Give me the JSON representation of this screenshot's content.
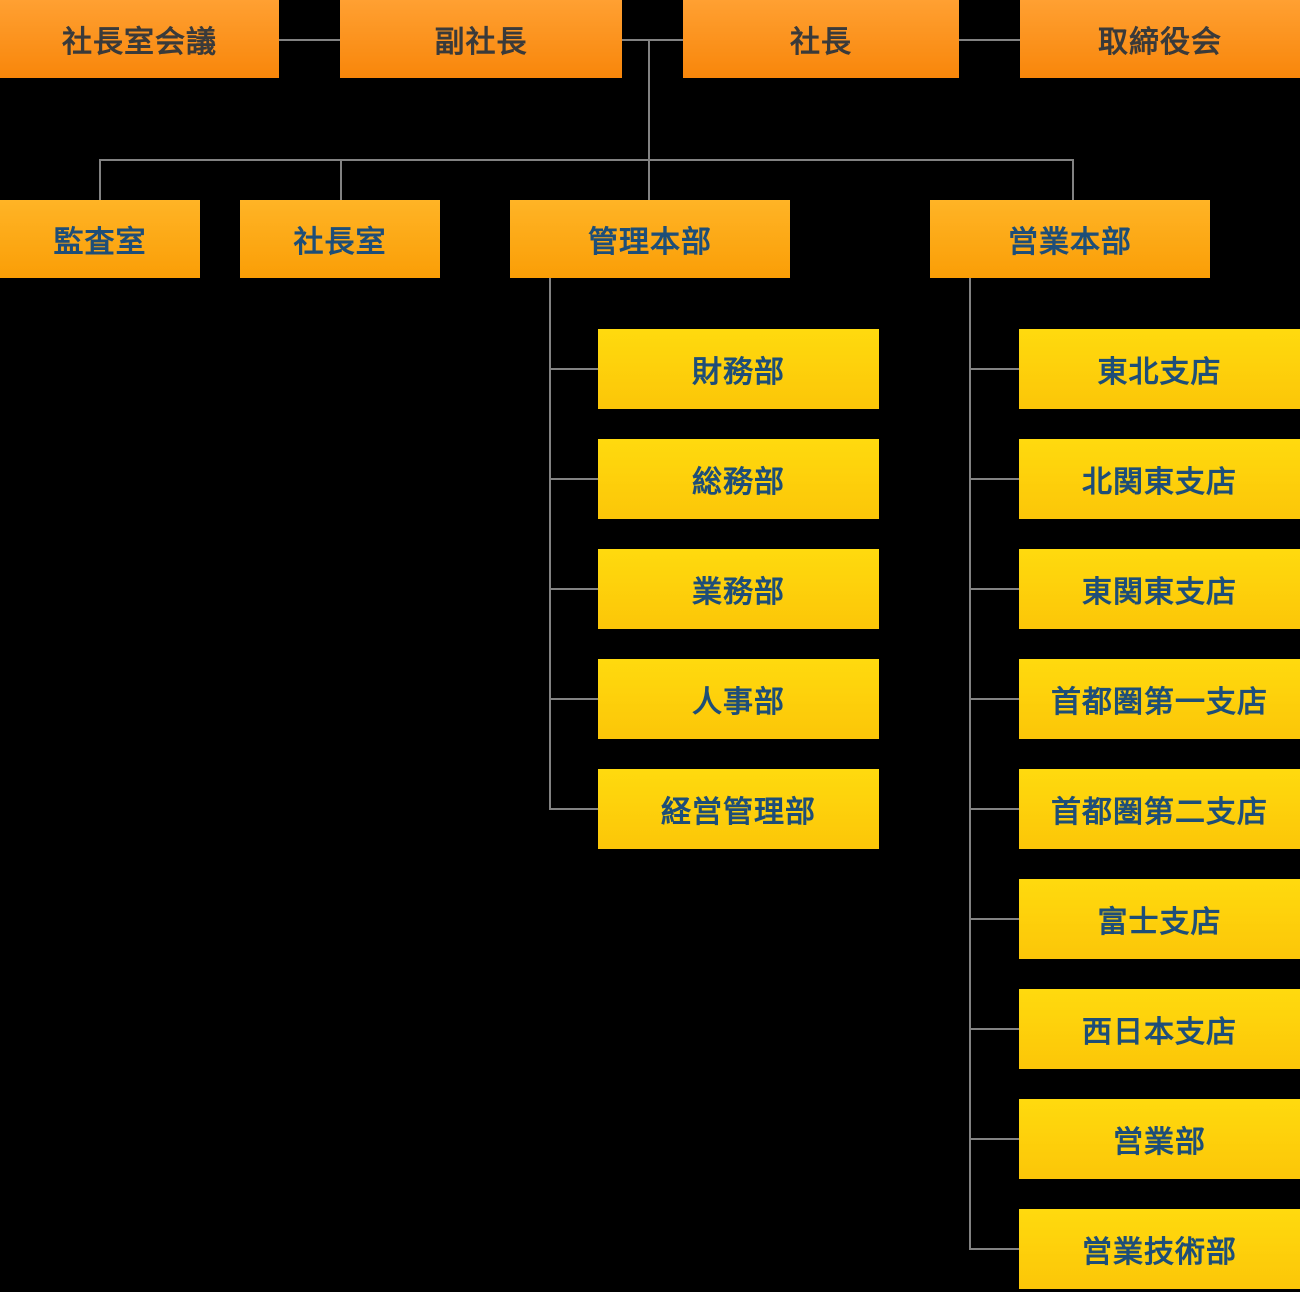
{
  "diagram": {
    "kind": "organization-chart",
    "background": "#000000",
    "colors": {
      "bg": "#000000",
      "box_orange_top": "#ffa032",
      "box_orange_bottom": "#f8860a",
      "box_amber_top": "#ffb426",
      "box_amber_bottom": "#fa9e06",
      "box_yellow_top": "#ffda0e",
      "box_yellow_bottom": "#fcc608",
      "connector": "#828282",
      "text_dark": "#3a3a3a",
      "text_navy": "#1e4e78"
    }
  },
  "nodes": {
    "top_row": [
      {
        "label": "社長室会議"
      },
      {
        "label": "副社長"
      },
      {
        "label": "社長"
      },
      {
        "label": "取締役会"
      }
    ],
    "second_row": [
      {
        "label": "監査室",
        "parent": "社長"
      },
      {
        "label": "社長室",
        "parent": "社長"
      },
      {
        "label": "管理本部",
        "parent": "社長"
      },
      {
        "label": "営業本部",
        "parent": "社長"
      }
    ],
    "kanri_honbu_children": [
      {
        "label": "財務部",
        "parent": "管理本部"
      },
      {
        "label": "総務部",
        "parent": "管理本部"
      },
      {
        "label": "業務部",
        "parent": "管理本部"
      },
      {
        "label": "人事部",
        "parent": "管理本部"
      },
      {
        "label": "経営管理部",
        "parent": "管理本部"
      }
    ],
    "eigyo_honbu_children": [
      {
        "label": "東北支店",
        "parent": "営業本部"
      },
      {
        "label": "北関東支店",
        "parent": "営業本部"
      },
      {
        "label": "東関東支店",
        "parent": "営業本部"
      },
      {
        "label": "首都圏第一支店",
        "parent": "営業本部"
      },
      {
        "label": "首都圏第二支店",
        "parent": "営業本部"
      },
      {
        "label": "富士支店",
        "parent": "営業本部"
      },
      {
        "label": "西日本支店",
        "parent": "営業本部"
      },
      {
        "label": "営業部",
        "parent": "営業本部"
      },
      {
        "label": "営業技術部",
        "parent": "営業本部"
      }
    ]
  }
}
